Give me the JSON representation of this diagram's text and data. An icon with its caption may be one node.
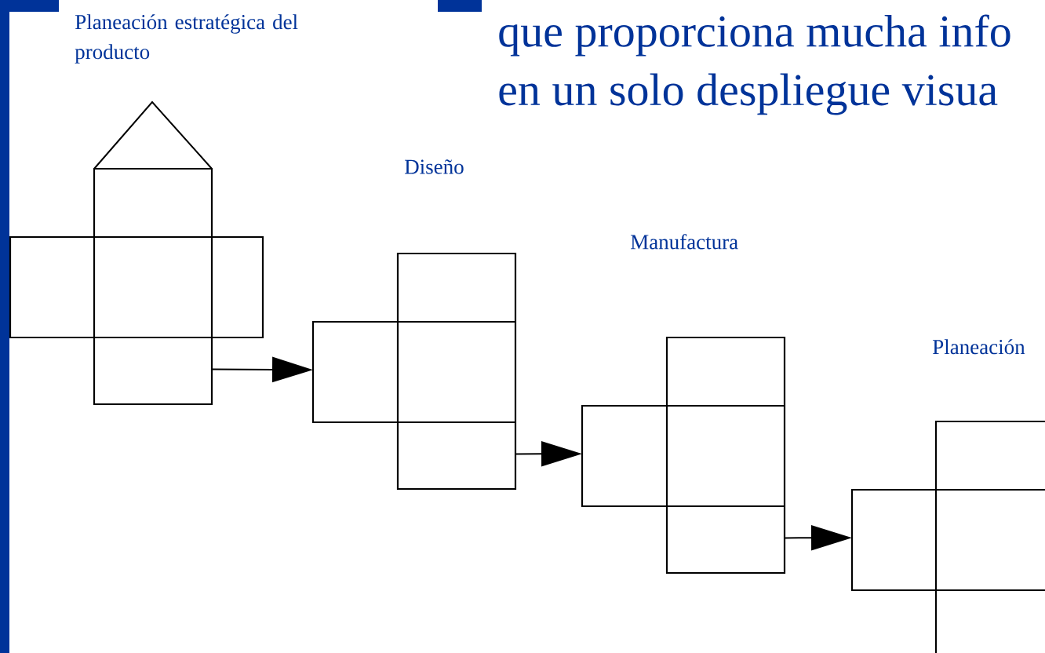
{
  "diagram": {
    "nodes": [
      {
        "text": [
          "Planeación estratégica del producto"
        ]
      },
      {
        "text": [
          "Diseño"
        ]
      },
      {
        "text": [
          "Manufactura"
        ]
      },
      {
        "text": [
          "Planeación"
        ]
      }
    ],
    "edges": [
      {
        "from": 0,
        "to": 1,
        "arrow": "to"
      },
      {
        "from": 1,
        "to": 2,
        "arrow": "to"
      },
      {
        "from": 2,
        "to": 3,
        "arrow": "to"
      }
    ],
    "labels": [
      "que proporciona mucha info",
      "en un solo despliegue visua"
    ]
  }
}
